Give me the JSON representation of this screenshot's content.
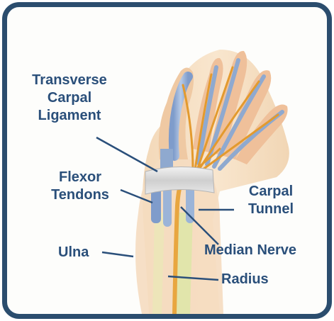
{
  "labels": {
    "transverse_carpal_ligament": [
      "Transverse",
      "Carpal",
      "Ligament"
    ],
    "flexor_tendons": [
      "Flexor",
      "Tendons"
    ],
    "ulna": "Ulna",
    "carpal_tunnel": [
      "Carpal",
      "Tunnel"
    ],
    "median_nerve": "Median Nerve",
    "radius": "Radius"
  },
  "colors": {
    "frame": "#2b4d6e",
    "label_text": "#2a4f7a",
    "leader_line": "#2a4f7a",
    "skin": "#f3d8b6",
    "tendon": "#8fa9cf",
    "nerve": "#e39a2e",
    "ligament": "#dcdcdc",
    "bone": "#e9df9a"
  }
}
